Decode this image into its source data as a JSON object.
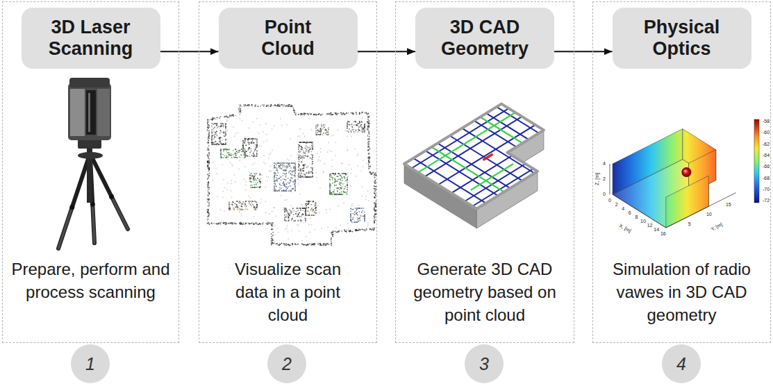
{
  "diagram": {
    "nodes": [
      {
        "text": [
          "Prepare, perform and process scanning"
        ]
      },
      {
        "text": [
          "3D Laser Scanning"
        ],
        "in": 0
      },
      {
        "text": [
          "1"
        ]
      },
      {
        "text": [
          "Visualize scan data in a point cloud"
        ]
      },
      {
        "text": [
          "Point Cloud"
        ],
        "in": 3
      },
      {
        "text": [
          "2"
        ]
      },
      {
        "text": [
          "Generate 3D CAD geometry based on point cloud"
        ]
      },
      {
        "text": [
          "3D CAD Geometry"
        ],
        "in": 6
      },
      {
        "text": [
          "3"
        ]
      },
      {
        "text": [
          "Simulation of radio vawes in 3D CAD geometry"
        ]
      },
      {
        "text": [
          "Physical Optics"
        ],
        "in": 9
      },
      {
        "text": [
          "4"
        ]
      }
    ],
    "edges": [
      {
        "from": 1,
        "to": 4,
        "arrow": "to"
      },
      {
        "from": 4,
        "to": 7,
        "arrow": "to"
      },
      {
        "from": 7,
        "to": 10,
        "arrow": "to"
      }
    ],
    "labels": [
      "4",
      "2",
      "0",
      "Z, [m]",
      "0",
      "2",
      "4",
      "6",
      "8",
      "10",
      "12",
      "14",
      "16",
      "X, [m]",
      "5",
      "10",
      "15",
      "Y, [m]",
      "-58",
      "-60",
      "-62",
      "-64",
      "-66",
      "-68",
      "-70",
      "-72"
    ]
  }
}
